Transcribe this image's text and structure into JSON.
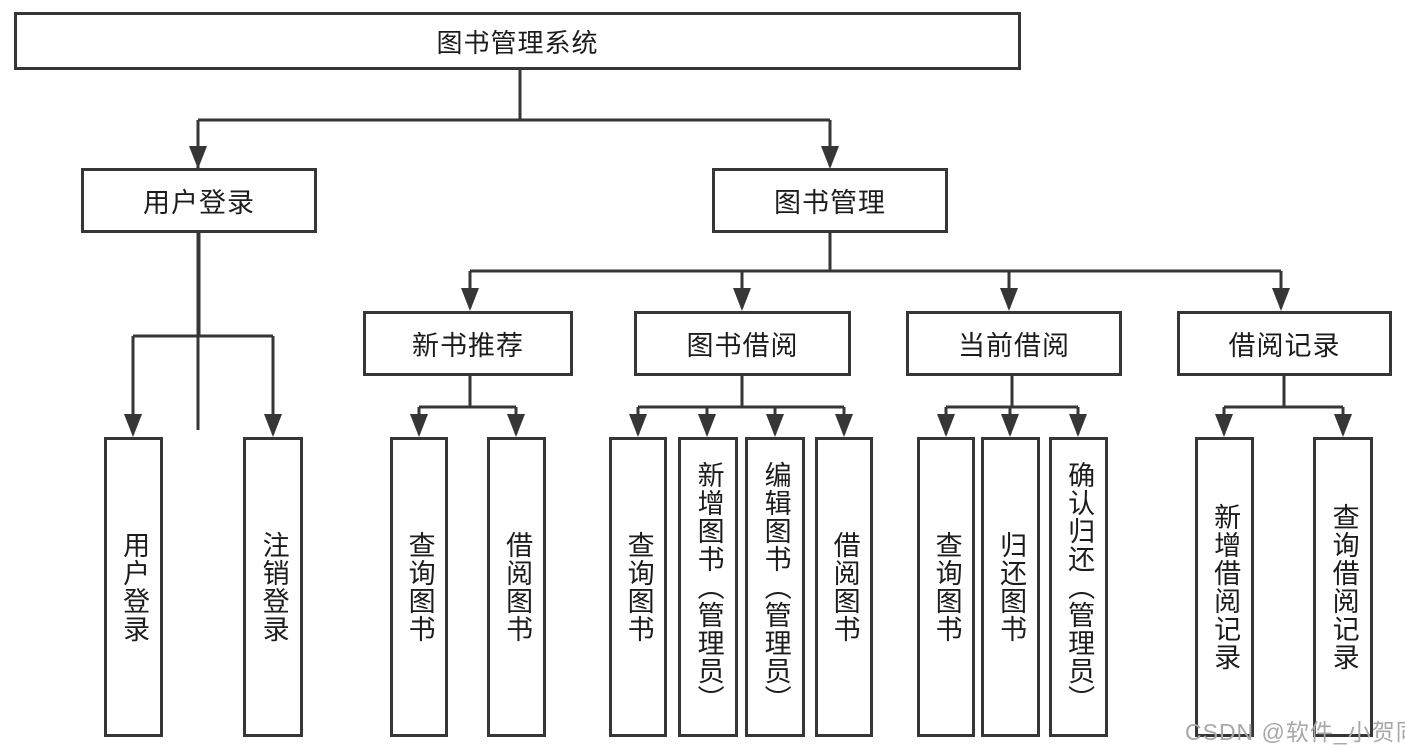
{
  "diagram": {
    "root": {
      "label": "图书管理系统"
    },
    "branches": [
      {
        "label": "用户登录",
        "children": [
          {
            "label": "用户登录"
          },
          {
            "label": "注销登录"
          }
        ]
      },
      {
        "label": "图书管理",
        "children": [
          {
            "label": "新书推荐",
            "children": [
              {
                "label": "查询图书"
              },
              {
                "label": "借阅图书"
              }
            ]
          },
          {
            "label": "图书借阅",
            "children": [
              {
                "label": "查询图书"
              },
              {
                "label": "新增图书（管理员）"
              },
              {
                "label": "编辑图书（管理员）"
              },
              {
                "label": "借阅图书"
              }
            ]
          },
          {
            "label": "当前借阅",
            "children": [
              {
                "label": "查询图书"
              },
              {
                "label": "归还图书"
              },
              {
                "label": "确认归还（管理员）"
              }
            ]
          },
          {
            "label": "借阅记录",
            "children": [
              {
                "label": "新增借阅记录"
              },
              {
                "label": "查询借阅记录"
              }
            ]
          }
        ]
      }
    ],
    "watermark": "CSDN @软件_小贺同学",
    "colors": {
      "line": "#363636",
      "text": "#1c1c1c",
      "watermark": "#a8a8a8",
      "background": "#ffffff"
    }
  }
}
